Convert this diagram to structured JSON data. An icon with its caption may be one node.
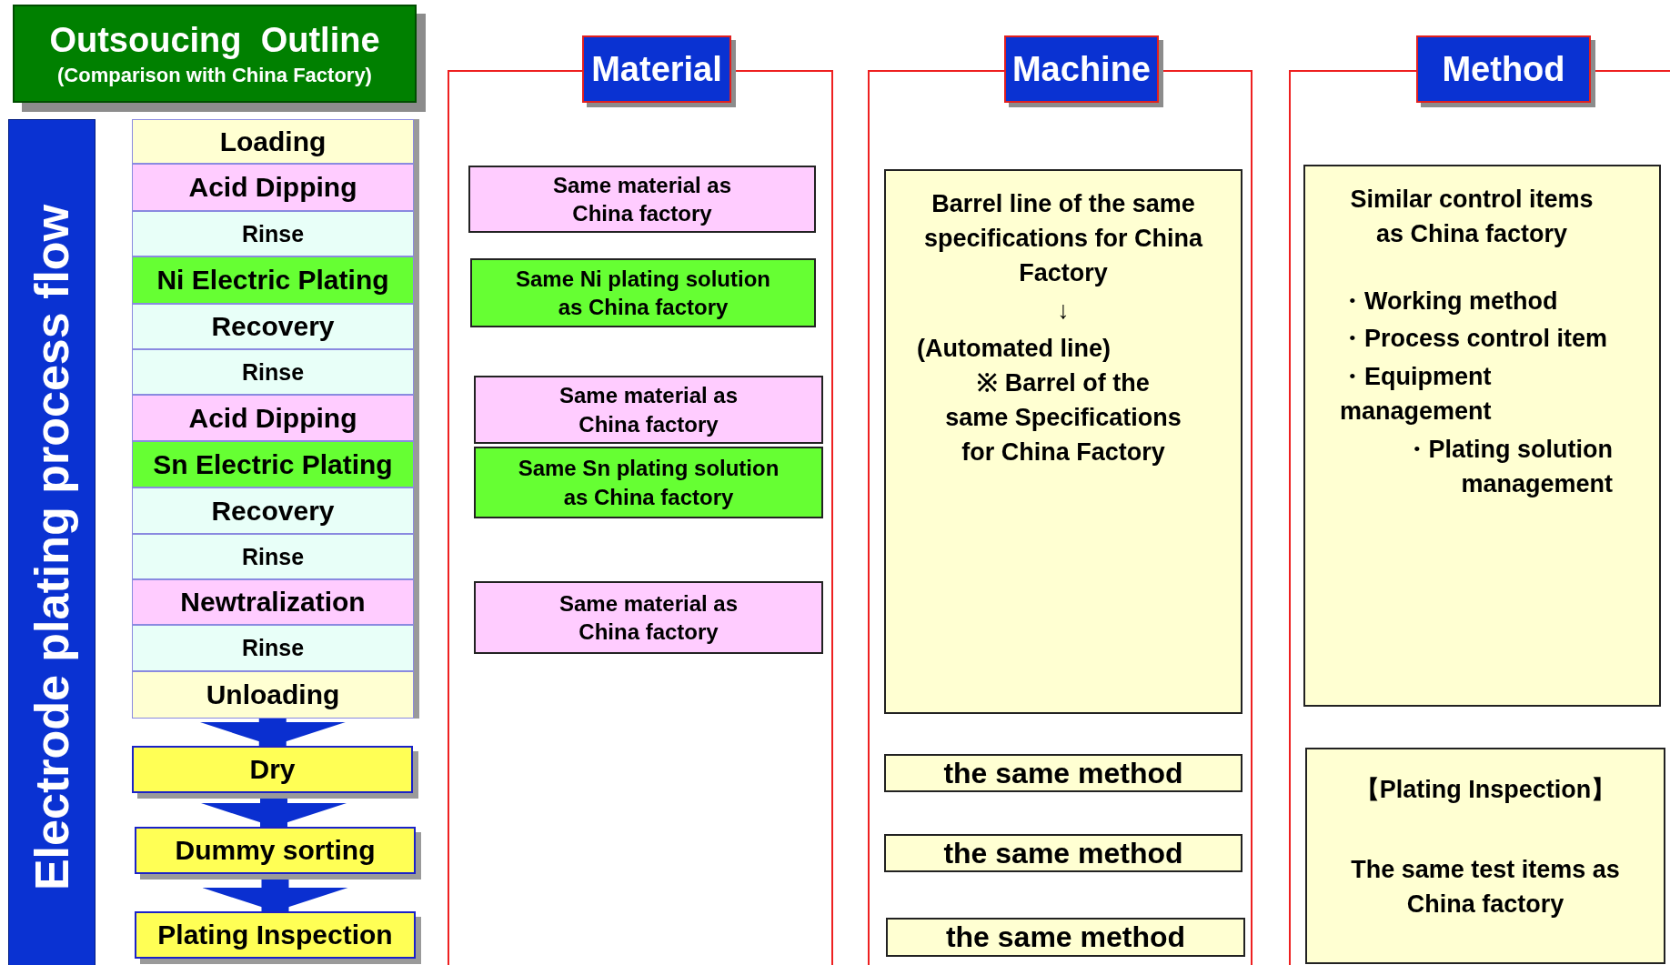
{
  "diagram": {
    "nodes": [
      {
        "text": [
          "Outsoucing  Outline",
          "(Comparison with China Factory)"
        ]
      },
      {
        "text": [
          "Electrode plating process flow"
        ]
      },
      {
        "text": [
          "Loading"
        ]
      },
      {
        "text": [
          "Acid Dipping"
        ]
      },
      {
        "text": [
          "Rinse"
        ]
      },
      {
        "text": [
          "Ni Electric Plating"
        ]
      },
      {
        "text": [
          "Recovery"
        ]
      },
      {
        "text": [
          "Rinse"
        ]
      },
      {
        "text": [
          "Acid Dipping"
        ]
      },
      {
        "text": [
          "Sn Electric Plating"
        ]
      },
      {
        "text": [
          "Recovery"
        ]
      },
      {
        "text": [
          "Rinse"
        ]
      },
      {
        "text": [
          "Newtralization"
        ]
      },
      {
        "text": [
          "Rinse"
        ]
      },
      {
        "text": [
          "Unloading"
        ]
      },
      {
        "text": [
          "Dry"
        ]
      },
      {
        "text": [
          "Dummy sorting"
        ]
      },
      {
        "text": [
          "Plating Inspection"
        ]
      },
      {
        "text": [
          "Material"
        ]
      },
      {
        "text": [
          "Same material as China factory"
        ],
        "in": 18
      },
      {
        "text": [
          "Same Ni plating solution as China factory"
        ],
        "in": 18
      },
      {
        "text": [
          "Same material as China factory"
        ],
        "in": 18
      },
      {
        "text": [
          "Same Sn plating solution as China factory"
        ],
        "in": 18
      },
      {
        "text": [
          "Same material as China factory"
        ],
        "in": 18
      },
      {
        "text": [
          "Machine"
        ]
      },
      {
        "text": [
          "Barrel line of the same specifications for China Factory",
          "↓",
          "(Automated line)",
          "※ Barrel of the same Specifications for China Factory"
        ],
        "in": 24
      },
      {
        "text": [
          "the same method"
        ],
        "in": 24
      },
      {
        "text": [
          "the same method"
        ],
        "in": 24
      },
      {
        "text": [
          "the same method"
        ],
        "in": 24
      },
      {
        "text": [
          "Method"
        ]
      },
      {
        "text": [
          "Similar control items as China factory",
          "・Working method",
          "・Process control item",
          "・Equipment management",
          "・Plating solution management"
        ],
        "in": 29
      },
      {
        "text": [
          "【Plating Inspection】",
          "The same test items as China factory"
        ],
        "in": 29
      }
    ],
    "edges": [
      {
        "from": 14,
        "to": 15,
        "arrow": "to"
      },
      {
        "from": 15,
        "to": 16,
        "arrow": "to"
      },
      {
        "from": 16,
        "to": 17,
        "arrow": "to"
      }
    ]
  }
}
